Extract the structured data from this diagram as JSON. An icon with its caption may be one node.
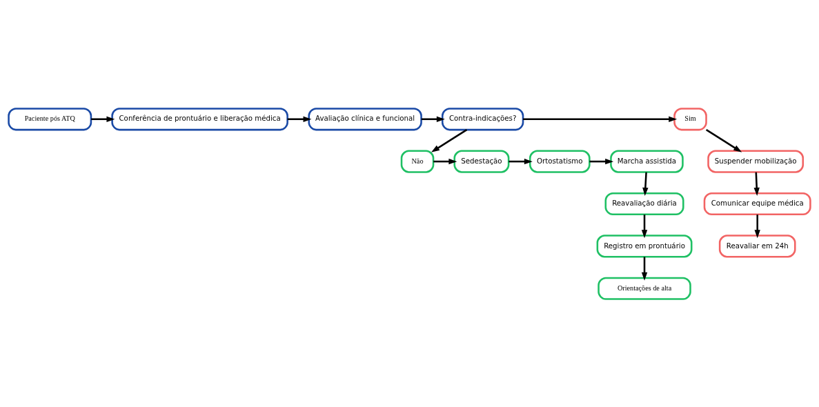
{
  "diagram": {
    "nodes": [
      {
        "text": [
          "Paciente pós ATQ"
        ]
      },
      {
        "text": [
          "Conferência de prontuário e liberação médica"
        ]
      },
      {
        "text": [
          "Avaliação clínica e funcional"
        ]
      },
      {
        "text": [
          "Contra-indicações?"
        ]
      },
      {
        "text": [
          "Sim"
        ]
      },
      {
        "text": [
          "Suspender mobilização"
        ]
      },
      {
        "text": [
          "Comunicar equipe médica"
        ]
      },
      {
        "text": [
          "Reavaliar em 24h"
        ]
      },
      {
        "text": [
          "Não"
        ]
      },
      {
        "text": [
          "Sedestação"
        ]
      },
      {
        "text": [
          "Ortostatismo"
        ]
      },
      {
        "text": [
          "Marcha assistida"
        ]
      },
      {
        "text": [
          "Reavaliação diária"
        ]
      },
      {
        "text": [
          "Registro em prontuário"
        ]
      },
      {
        "text": [
          "Orientações de alta"
        ]
      }
    ],
    "edges": [
      {
        "from": 0,
        "to": 1,
        "arrow": "to"
      },
      {
        "from": 1,
        "to": 2,
        "arrow": "to"
      },
      {
        "from": 2,
        "to": 3,
        "arrow": "to"
      },
      {
        "from": 3,
        "to": 4,
        "arrow": "to"
      },
      {
        "from": 4,
        "to": 5,
        "arrow": "to"
      },
      {
        "from": 5,
        "to": 6,
        "arrow": "to"
      },
      {
        "from": 6,
        "to": 7,
        "arrow": "to"
      },
      {
        "from": 3,
        "to": 8,
        "arrow": "to"
      },
      {
        "from": 8,
        "to": 9,
        "arrow": "to"
      },
      {
        "from": 9,
        "to": 10,
        "arrow": "to"
      },
      {
        "from": 10,
        "to": 11,
        "arrow": "to"
      },
      {
        "from": 11,
        "to": 12,
        "arrow": "to"
      },
      {
        "from": 12,
        "to": 13,
        "arrow": "to"
      },
      {
        "from": 13,
        "to": 14,
        "arrow": "to"
      }
    ]
  }
}
